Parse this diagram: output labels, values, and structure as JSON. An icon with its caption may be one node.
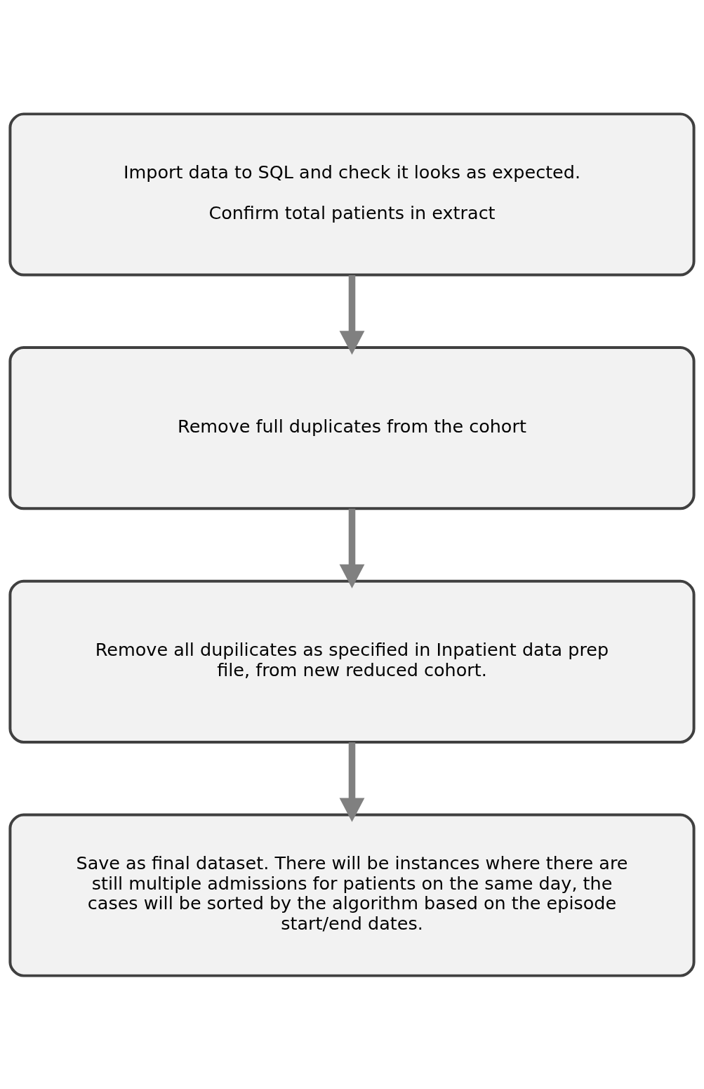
{
  "diagram": {
    "nodes": [
      {
        "text": [
          "Import data to SQL and check it looks as expected.",
          "Confirm total patients in extract"
        ]
      },
      {
        "text": [
          "Remove full duplicates from the cohort"
        ]
      },
      {
        "text": [
          "Remove all dupilicates as specified in Inpatient data prep file, from new reduced cohort."
        ]
      },
      {
        "text": [
          "Save as final dataset. There will be instances where there are still multiple admissions for patients on the same day, the cases will be sorted by the algorithm based on the episode start/end dates."
        ]
      }
    ],
    "edges": [
      {
        "from": 0,
        "to": 1,
        "arrow": "to"
      },
      {
        "from": 1,
        "to": 2,
        "arrow": "to"
      },
      {
        "from": 2,
        "to": 3,
        "arrow": "to"
      }
    ]
  }
}
